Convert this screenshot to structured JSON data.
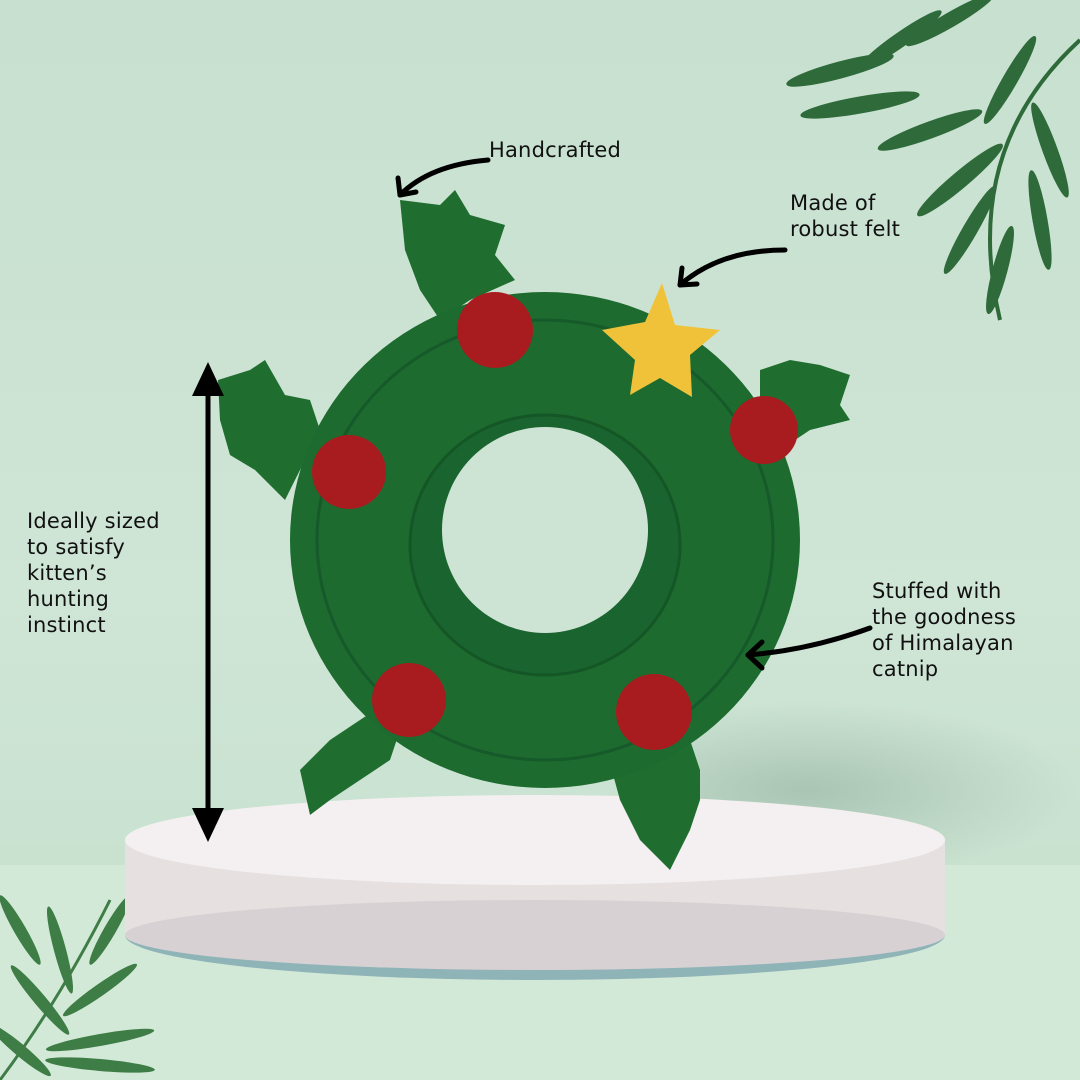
{
  "annotations": {
    "handcrafted": "Handcrafted",
    "felt_line1": "Made of",
    "felt_line2": "robust felt",
    "size_line1": "Ideally sized",
    "size_line2": "to satisfy",
    "size_line3": "kitten’s",
    "size_line4": "hunting",
    "size_line5": "instinct",
    "catnip_line1": "Stuffed with",
    "catnip_line2": "the goodness",
    "catnip_line3": "of Himalayan",
    "catnip_line4": "catnip"
  },
  "colors": {
    "background": "#c7e0cf",
    "wreath_green": "#1d6b2e",
    "berry_red": "#a81c1f",
    "star_yellow": "#f0c23a",
    "pedestal": "#f1eced",
    "pedestal_ring": "#8fb4b8",
    "palm": "#2f6a3a"
  }
}
